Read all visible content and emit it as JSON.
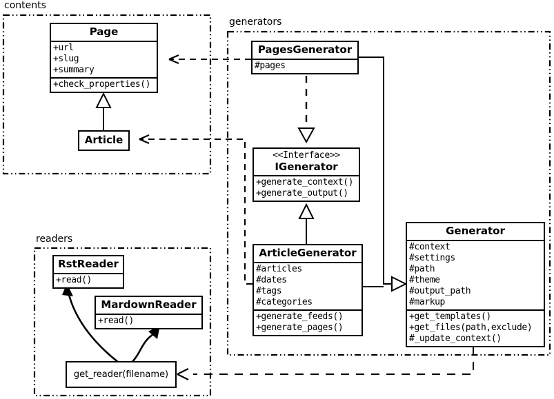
{
  "diagram": {
    "title": "Pelican architecture UML class diagram",
    "stroke_color": "#000000",
    "background_color": "#ffffff"
  },
  "packages": [
    {
      "name": "contents",
      "label": "contents"
    },
    {
      "name": "generators",
      "label": "generators"
    },
    {
      "name": "readers",
      "label": "readers"
    }
  ],
  "classes": {
    "page": {
      "name": "Page",
      "attributes": [
        "+url",
        "+slug",
        "+summary"
      ],
      "methods": [
        "+check_properties()"
      ]
    },
    "article": {
      "name": "Article",
      "attributes": [],
      "methods": []
    },
    "pages_generator": {
      "name": "PagesGenerator",
      "attributes": [
        "#pages"
      ],
      "methods": []
    },
    "igenerator": {
      "stereotype": "<<Interface>>",
      "name": "IGenerator",
      "attributes": [],
      "methods": [
        "+generate_context()",
        "+generate_output()"
      ]
    },
    "article_generator": {
      "name": "ArticleGenerator",
      "attributes": [
        "#articles",
        "#dates",
        "#tags",
        "#categories"
      ],
      "methods": [
        "+generate_feeds()",
        "+generate_pages()"
      ]
    },
    "generator": {
      "name": "Generator",
      "attributes": [
        "#context",
        "#settings",
        "#path",
        "#theme",
        "#output_path",
        "#markup"
      ],
      "methods": [
        "+get_templates()",
        "+get_files(path,exclude)",
        "#_update_context()"
      ]
    },
    "get_reader": {
      "name": "get_reader(filename)"
    },
    "rst_reader": {
      "name": "RstReader",
      "attributes": [],
      "methods": [
        "+read()"
      ]
    },
    "mardown_reader": {
      "name": "MardownReader",
      "attributes": [],
      "methods": [
        "+read()"
      ]
    }
  },
  "relations": [
    {
      "name": "article-inherits-page",
      "type": "generalization",
      "from": "Article",
      "to": "Page",
      "style": "solid-hollow-triangle"
    },
    {
      "name": "pagesgenerator-depends-page",
      "type": "dependency",
      "from": "PagesGenerator",
      "to": "Page",
      "style": "dashed-open-arrow"
    },
    {
      "name": "articlegenerator-depends-article",
      "type": "dependency",
      "from": "ArticleGenerator",
      "to": "Article",
      "style": "dashed-open-arrow"
    },
    {
      "name": "pagesgenerator-realizes-igenerator",
      "type": "realization",
      "from": "PagesGenerator",
      "to": "IGenerator",
      "style": "dashed-hollow-triangle"
    },
    {
      "name": "articlegenerator-inherits-igenerator",
      "type": "generalization",
      "from": "ArticleGenerator",
      "to": "IGenerator",
      "style": "solid-hollow-triangle"
    },
    {
      "name": "pagesgenerator-inherits-generator",
      "type": "generalization",
      "from": "PagesGenerator",
      "to": "Generator",
      "style": "solid-hollow-triangle"
    },
    {
      "name": "articlegenerator-inherits-generator",
      "type": "generalization",
      "from": "ArticleGenerator",
      "to": "Generator",
      "style": "solid-hollow-triangle"
    },
    {
      "name": "generator-depends-get-reader",
      "type": "dependency",
      "from": "Generator",
      "to": "get_reader(filename)",
      "style": "dashed-open-arrow"
    },
    {
      "name": "get-reader-returns-rstreader",
      "type": "association",
      "from": "get_reader(filename)",
      "to": "RstReader",
      "style": "curved-solid-arrow"
    },
    {
      "name": "get-reader-returns-mardownreader",
      "type": "association",
      "from": "get_reader(filename)",
      "to": "MardownReader",
      "style": "curved-solid-arrow"
    }
  ]
}
